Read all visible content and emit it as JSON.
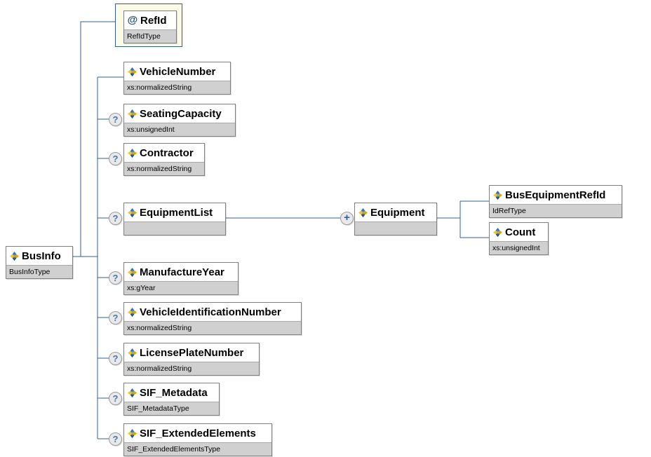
{
  "diagram": {
    "kind": "xml-schema-tree",
    "root": {
      "name": "BusInfo",
      "type": "BusInfoType",
      "icon": "element-icon"
    },
    "colors": {
      "line": "#2f5f8f",
      "type_row_bg": "#d0d0d0",
      "attr_frame_bg": "#fbfbe8",
      "attr_frame_border": "#2d5f8b",
      "box_border": "#808080",
      "marker_text": "#4a76a8"
    },
    "markers": {
      "optional": "?",
      "expand": "+"
    },
    "attributes": [
      {
        "name": "RefId",
        "type": "RefIdType",
        "icon": "attribute-icon",
        "glyph": "@",
        "optional": false
      }
    ],
    "elements": [
      {
        "name": "VehicleNumber",
        "type": "xs:normalizedString",
        "icon": "element-icon",
        "optional": false
      },
      {
        "name": "SeatingCapacity",
        "type": "xs:unsignedInt",
        "icon": "element-icon",
        "optional": true
      },
      {
        "name": "Contractor",
        "type": "xs:normalizedString",
        "icon": "element-icon",
        "optional": true
      },
      {
        "name": "EquipmentList",
        "type": "",
        "icon": "element-icon",
        "optional": true,
        "children": [
          {
            "name": "Equipment",
            "type": "",
            "icon": "element-icon",
            "expandable": true,
            "children": [
              {
                "name": "BusEquipmentRefId",
                "type": "IdRefType",
                "icon": "element-icon",
                "optional": false
              },
              {
                "name": "Count",
                "type": "xs:unsignedInt",
                "icon": "element-icon",
                "optional": false
              }
            ]
          }
        ]
      },
      {
        "name": "ManufactureYear",
        "type": "xs:gYear",
        "icon": "element-icon",
        "optional": true
      },
      {
        "name": "VehicleIdentificationNumber",
        "type": "xs:normalizedString",
        "icon": "element-icon",
        "optional": true
      },
      {
        "name": "LicensePlateNumber",
        "type": "xs:normalizedString",
        "icon": "element-icon",
        "optional": true
      },
      {
        "name": "SIF_Metadata",
        "type": "SIF_MetadataType",
        "icon": "element-icon",
        "optional": true
      },
      {
        "name": "SIF_ExtendedElements",
        "type": "SIF_ExtendedElementsType",
        "icon": "element-icon",
        "optional": true
      }
    ]
  }
}
